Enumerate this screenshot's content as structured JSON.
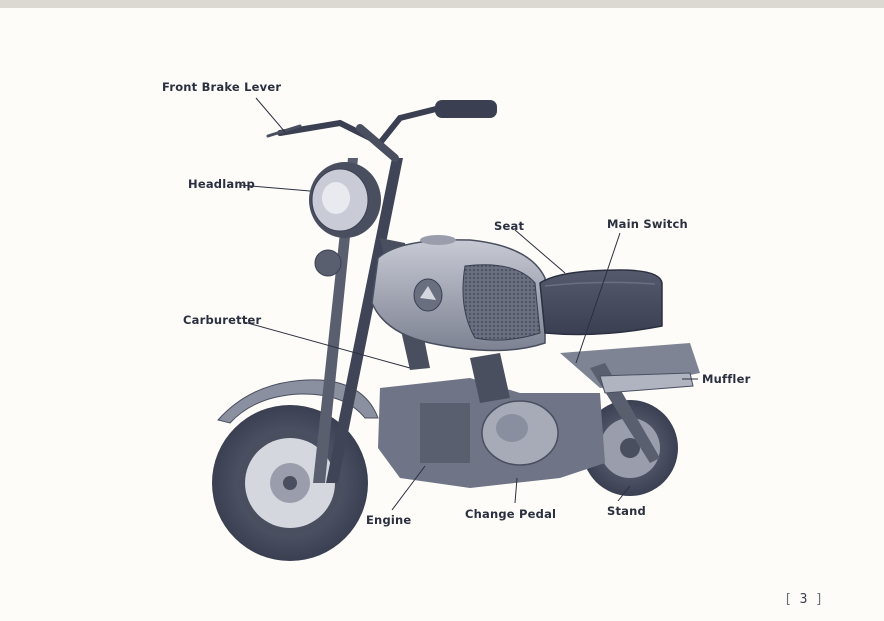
{
  "labels": {
    "front_brake_lever": "Front Brake Lever",
    "headlamp": "Headlamp",
    "seat": "Seat",
    "main_switch": "Main Switch",
    "carburetter": "Carburetter",
    "muffler": "Muffler",
    "engine": "Engine",
    "change_pedal": "Change Pedal",
    "stand": "Stand"
  },
  "page_number": "3",
  "colors": {
    "ink": "#2b3040",
    "paper": "#fdfcf8",
    "metal": "#8b90a0",
    "dark": "#3a3f52"
  }
}
